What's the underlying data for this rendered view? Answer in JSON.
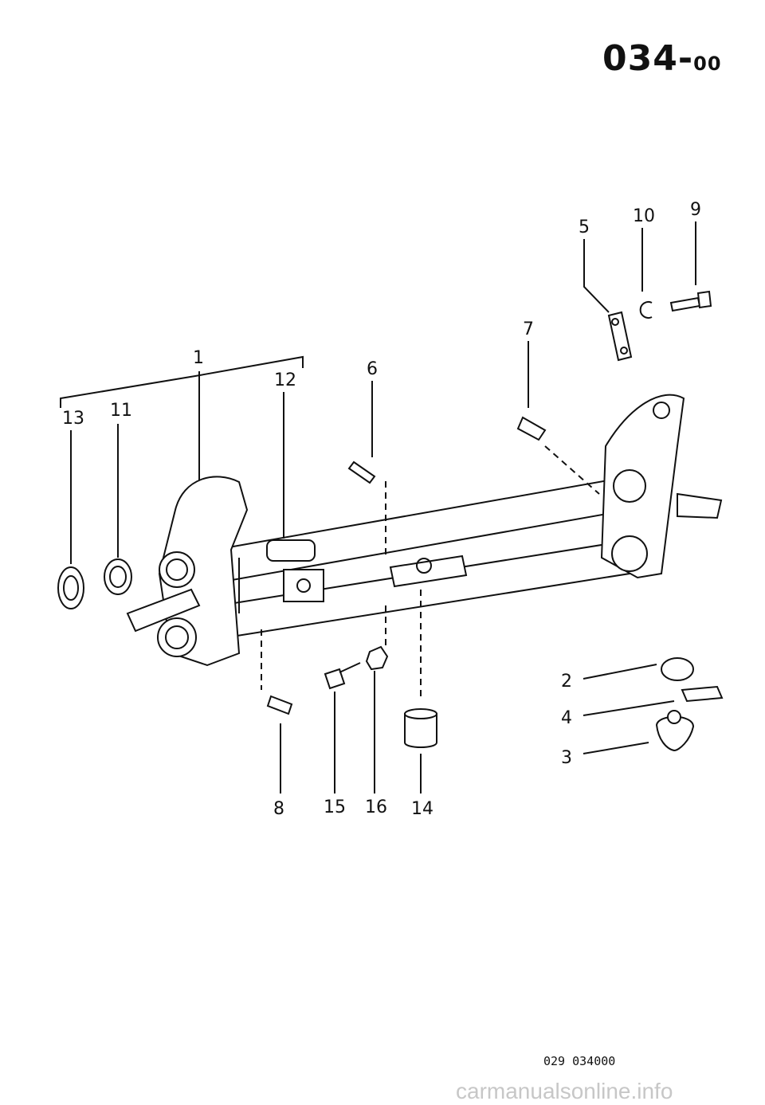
{
  "header": {
    "code_main": "034",
    "code_sep": "-",
    "code_sub": "00"
  },
  "callouts": {
    "c1": "1",
    "c2": "2",
    "c3": "3",
    "c4": "4",
    "c5": "5",
    "c6": "6",
    "c7": "7",
    "c8": "8",
    "c9": "9",
    "c10": "10",
    "c11": "11",
    "c12": "12",
    "c13": "13",
    "c14": "14",
    "c15": "15",
    "c16": "16"
  },
  "footer": {
    "reference": "029 034000",
    "watermark": "carmanualsonline.info"
  }
}
